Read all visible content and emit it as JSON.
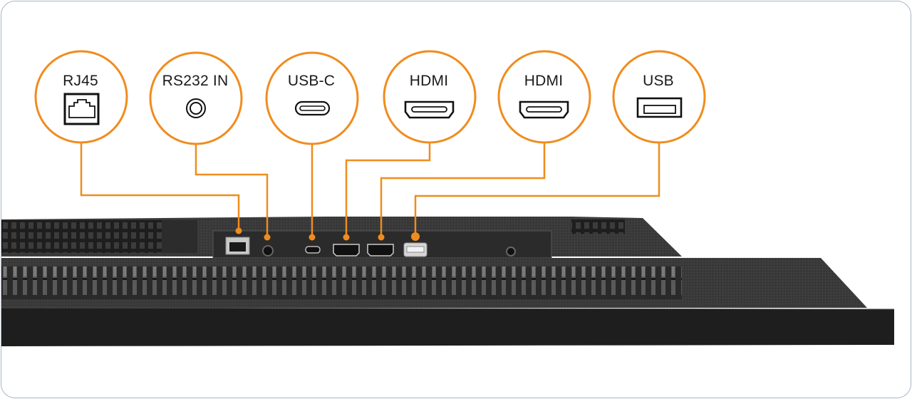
{
  "diagram": {
    "title": "Monitor rear I/O ports",
    "accent_color": "#f08c1e",
    "ports": [
      {
        "id": "rj45",
        "label": "RJ45",
        "icon": "ethernet-port-icon"
      },
      {
        "id": "rs232",
        "label": "RS232 IN",
        "icon": "audio-jack-icon"
      },
      {
        "id": "usbc",
        "label": "USB-C",
        "icon": "usb-c-port-icon"
      },
      {
        "id": "hdmi1",
        "label": "HDMI",
        "icon": "hdmi-port-icon"
      },
      {
        "id": "hdmi2",
        "label": "HDMI",
        "icon": "hdmi-port-icon"
      },
      {
        "id": "usb",
        "label": "USB",
        "icon": "usb-a-port-icon"
      }
    ]
  }
}
